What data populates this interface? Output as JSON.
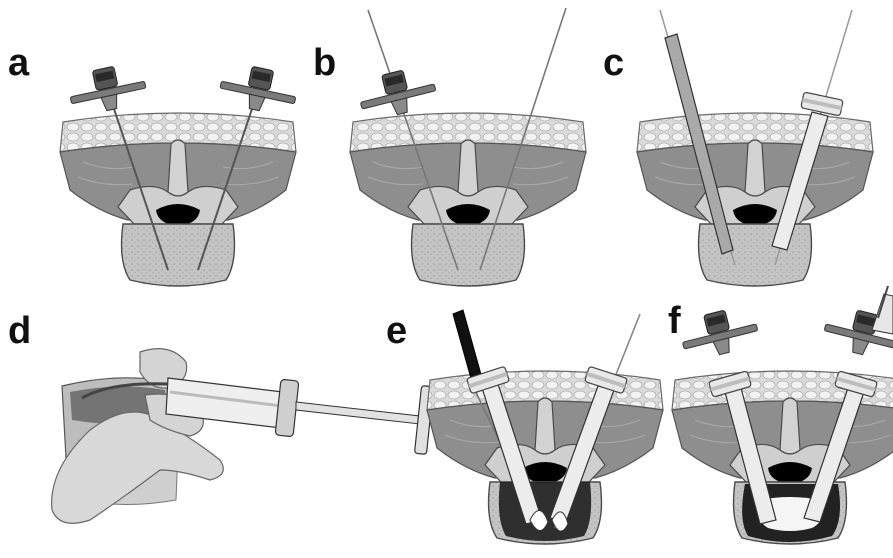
{
  "panels": [
    {
      "id": "a",
      "label": "a"
    },
    {
      "id": "b",
      "label": "b"
    },
    {
      "id": "c",
      "label": "c"
    },
    {
      "id": "d",
      "label": "d"
    },
    {
      "id": "e",
      "label": "e"
    },
    {
      "id": "f",
      "label": "f"
    }
  ],
  "colors": {
    "fat": "#d9d9d9",
    "muscle": "#8c8c8c",
    "bone": "#bfbfbf",
    "outline": "#4a4a4a",
    "canal": "#000000",
    "instrument": "#e6e6e6",
    "cement": "#ffffff"
  }
}
